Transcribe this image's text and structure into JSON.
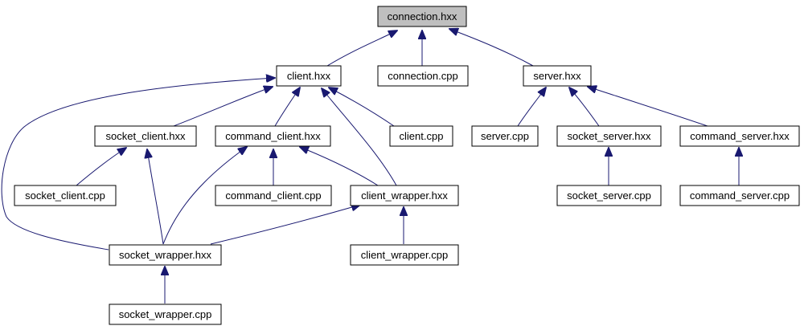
{
  "graph": {
    "colors": {
      "edge": "#191970",
      "root_fill": "#bfbfbf",
      "node_fill": "#ffffff",
      "border": "#000000"
    },
    "nodes": {
      "connection_hxx": "connection.hxx",
      "client_hxx": "client.hxx",
      "connection_cpp": "connection.cpp",
      "server_hxx": "server.hxx",
      "socket_client_hxx": "socket_client.hxx",
      "command_client_hxx": "command_client.hxx",
      "client_cpp": "client.cpp",
      "server_cpp": "server.cpp",
      "socket_server_hxx": "socket_server.hxx",
      "command_server_hxx": "command_server.hxx",
      "socket_client_cpp": "socket_client.cpp",
      "command_client_cpp": "command_client.cpp",
      "client_wrapper_hxx": "client_wrapper.hxx",
      "socket_server_cpp": "socket_server.cpp",
      "command_server_cpp": "command_server.cpp",
      "socket_wrapper_hxx": "socket_wrapper.hxx",
      "client_wrapper_cpp": "client_wrapper.cpp",
      "socket_wrapper_cpp": "socket_wrapper.cpp"
    },
    "edges": [
      [
        "client_hxx",
        "connection_hxx"
      ],
      [
        "connection_cpp",
        "connection_hxx"
      ],
      [
        "server_hxx",
        "connection_hxx"
      ],
      [
        "socket_client_hxx",
        "client_hxx"
      ],
      [
        "command_client_hxx",
        "client_hxx"
      ],
      [
        "client_cpp",
        "client_hxx"
      ],
      [
        "client_wrapper_hxx",
        "client_hxx"
      ],
      [
        "socket_wrapper_hxx",
        "client_hxx"
      ],
      [
        "server_cpp",
        "server_hxx"
      ],
      [
        "socket_server_hxx",
        "server_hxx"
      ],
      [
        "command_server_hxx",
        "server_hxx"
      ],
      [
        "socket_client_cpp",
        "socket_client_hxx"
      ],
      [
        "socket_wrapper_hxx",
        "socket_client_hxx"
      ],
      [
        "command_client_cpp",
        "command_client_hxx"
      ],
      [
        "client_wrapper_hxx",
        "command_client_hxx"
      ],
      [
        "socket_wrapper_hxx",
        "command_client_hxx"
      ],
      [
        "socket_wrapper_hxx",
        "client_wrapper_hxx"
      ],
      [
        "client_wrapper_cpp",
        "client_wrapper_hxx"
      ],
      [
        "socket_server_cpp",
        "socket_server_hxx"
      ],
      [
        "command_server_cpp",
        "command_server_hxx"
      ],
      [
        "socket_wrapper_cpp",
        "socket_wrapper_hxx"
      ]
    ]
  }
}
